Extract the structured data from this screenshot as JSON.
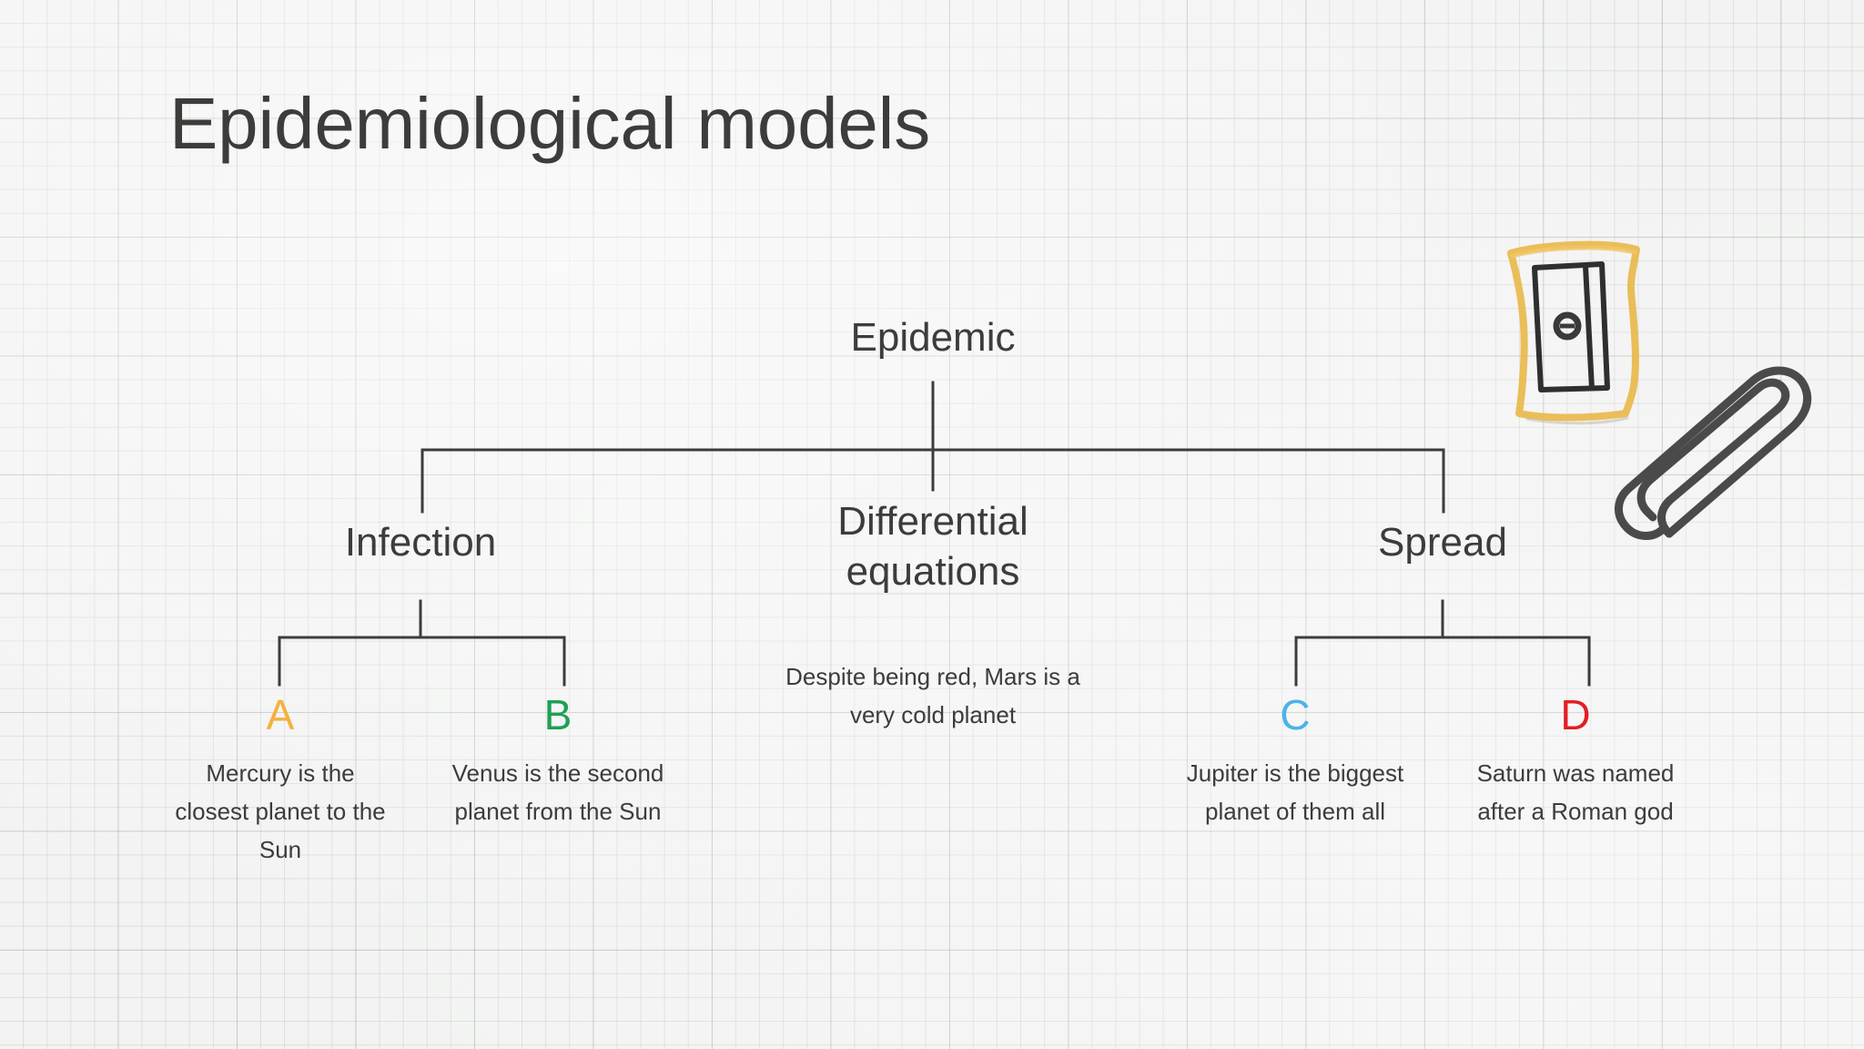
{
  "slide": {
    "title": "Epidemiological models",
    "background_color": "#f2f3f2",
    "text_color": "#3c3c3b",
    "grid_line_color": "#969b98"
  },
  "tree": {
    "root": {
      "label": "Epidemic"
    },
    "branches": [
      {
        "label": "Infection"
      },
      {
        "label": "Differential\nequations"
      },
      {
        "label": "Spread"
      }
    ],
    "connector_color": "#3c3c3b"
  },
  "leaves": [
    {
      "letter": "A",
      "color": "#f4b13d",
      "text": "Mercury is the closest planet to the Sun"
    },
    {
      "letter": "B",
      "color": "#1fa054",
      "text": "Venus is the second planet from the Sun"
    },
    {
      "letter": "C",
      "color": "#4bb3e8",
      "text": "Jupiter is the biggest planet of them all"
    },
    {
      "letter": "D",
      "color": "#e31e24",
      "text": "Saturn was named after a Roman god"
    }
  ],
  "center_description": {
    "text": "Despite being red, Mars is a very cold planet"
  },
  "doodles": [
    {
      "name": "pencil-sharpener",
      "outline_color": "#e8b84b",
      "blade_color": "#2f2f2f"
    },
    {
      "name": "paper-clip",
      "wire_color": "#4a4a4a"
    }
  ]
}
